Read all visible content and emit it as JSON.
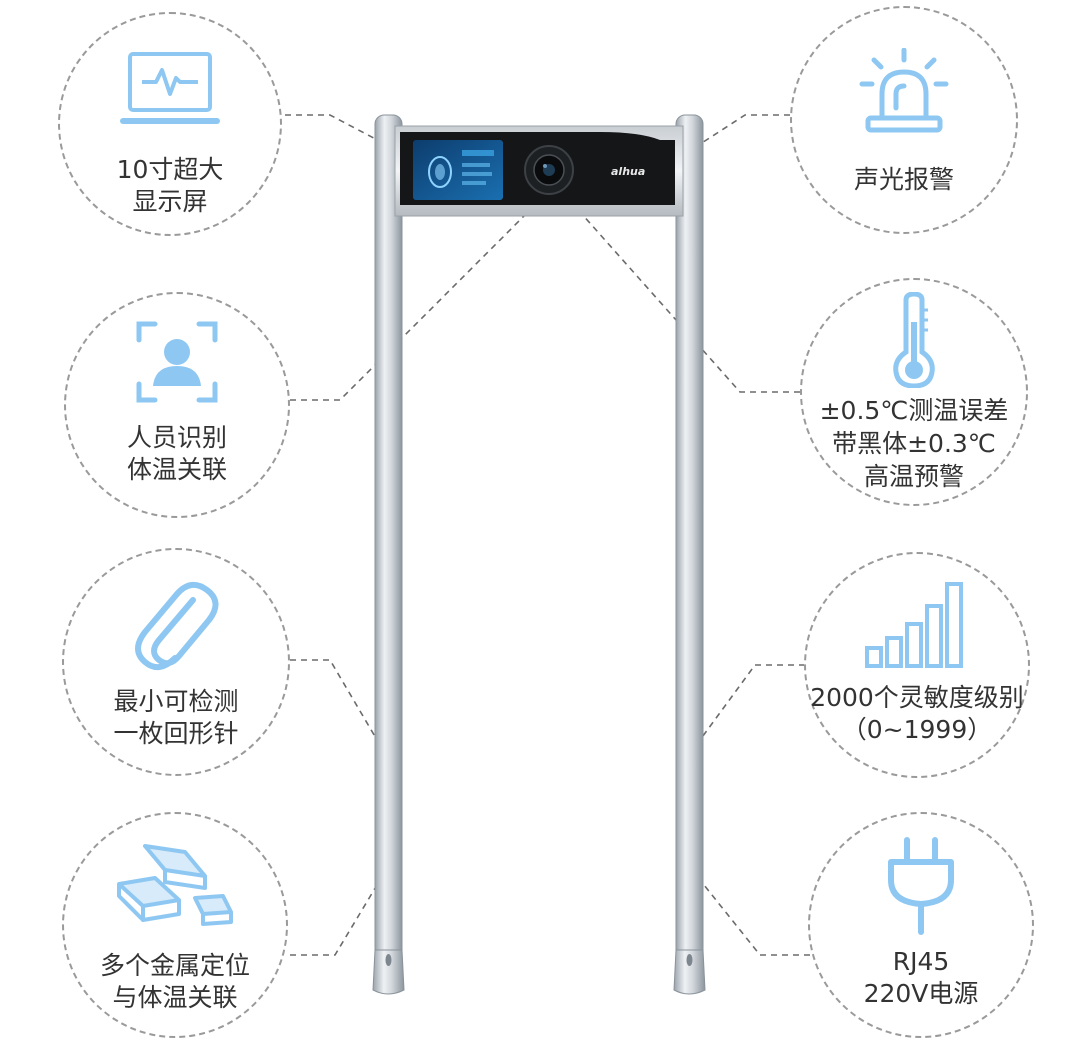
{
  "brand": {
    "logo_text": "alhua",
    "accent": "#8ec8f2",
    "text_color": "#333333"
  },
  "features": {
    "display": {
      "icon": "monitor-heartbeat-icon",
      "lines": [
        "10寸超大",
        "显示屏"
      ]
    },
    "face": {
      "icon": "face-recognition-icon",
      "lines": [
        "人员识别",
        "体温关联"
      ]
    },
    "clip": {
      "icon": "paperclip-icon",
      "lines": [
        "最小可检测",
        "一枚回形针"
      ]
    },
    "metal": {
      "icon": "gold-bars-icon",
      "lines": [
        "多个金属定位",
        "与体温关联"
      ]
    },
    "alarm": {
      "icon": "alarm-siren-icon",
      "lines": [
        "声光报警"
      ]
    },
    "temp": {
      "icon": "thermometer-icon",
      "lines": [
        "±0.5℃测温误差",
        "带黑体±0.3℃",
        "高温预警"
      ]
    },
    "sens": {
      "icon": "signal-bars-icon",
      "lines": [
        "2000个灵敏度级别",
        "（0~1999）"
      ]
    },
    "power": {
      "icon": "power-plug-icon",
      "lines": [
        "RJ45",
        "220V电源"
      ]
    }
  }
}
